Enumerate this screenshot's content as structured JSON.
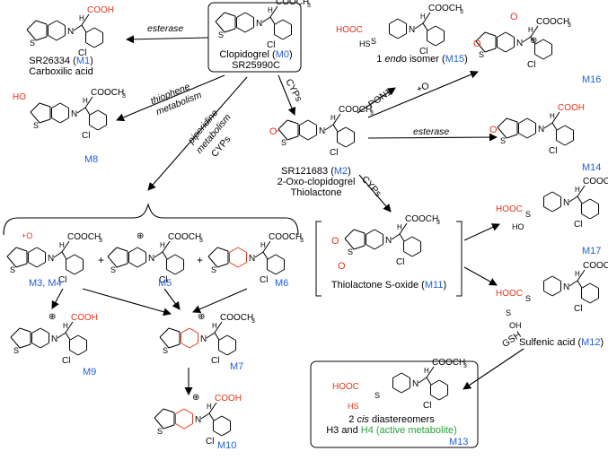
{
  "compounds": {
    "M0": {
      "name": "Clopidogrel",
      "alt": "SR25990C",
      "code": "M0"
    },
    "M1": {
      "name": "SR26334",
      "desc": "Carboxilic acid",
      "code": "M1"
    },
    "M8": {
      "code": "M8"
    },
    "M2": {
      "name": "SR121683",
      "desc1": "2-Oxo-clopidogrel",
      "desc2": "Thiolactone",
      "code": "M2"
    },
    "M15": {
      "prefix": "1",
      "endo": "endo",
      "suffix": "isomer",
      "code": "M15"
    },
    "M16": {
      "code": "M16"
    },
    "M14": {
      "code": "M14"
    },
    "M17": {
      "code": "M17"
    },
    "M12": {
      "name": "Sulfenic acid",
      "code": "M12"
    },
    "M11": {
      "name": "Thiolactone S-oxide",
      "code": "M11"
    },
    "M3M4": {
      "code": "M3, M4"
    },
    "M5": {
      "code": "M5"
    },
    "M6": {
      "code": "M6"
    },
    "M9": {
      "code": "M9"
    },
    "M7": {
      "code": "M7"
    },
    "M10": {
      "code": "M10"
    },
    "M13": {
      "line1": "2",
      "cis": "cis",
      "line1b": "diastereomers",
      "h3": "H3 and",
      "h4": "H4 (active metabolite)",
      "code": "M13"
    }
  },
  "arrows": {
    "esterase_top": "esterase",
    "thiophene1": "thiophene",
    "thiophene2": "metabolism",
    "piperidine1": "piperidine",
    "piperidine2": "metabolism",
    "piperidine3": "CYPs",
    "cyps_m2": "CYPs",
    "pon1": "PON1",
    "plus_o": "+O",
    "esterase_m14": "esterase",
    "cyps_m11": "CYPs",
    "gsh": "GSH"
  },
  "groups": {
    "cooch3": "COOCH",
    "three": "3",
    "cooh": "COOH",
    "hooc": "HOOC",
    "cl": "Cl",
    "s": "S",
    "n": "N",
    "h": "H",
    "o": "O",
    "ho": "HO",
    "hs": "HS",
    "oh": "OH",
    "plus": "+",
    "plus_o_ring": "+O"
  },
  "colors": {
    "label_blue": "#1f5fd8",
    "accent_red": "#e3331a",
    "active_green": "#25a33a"
  }
}
